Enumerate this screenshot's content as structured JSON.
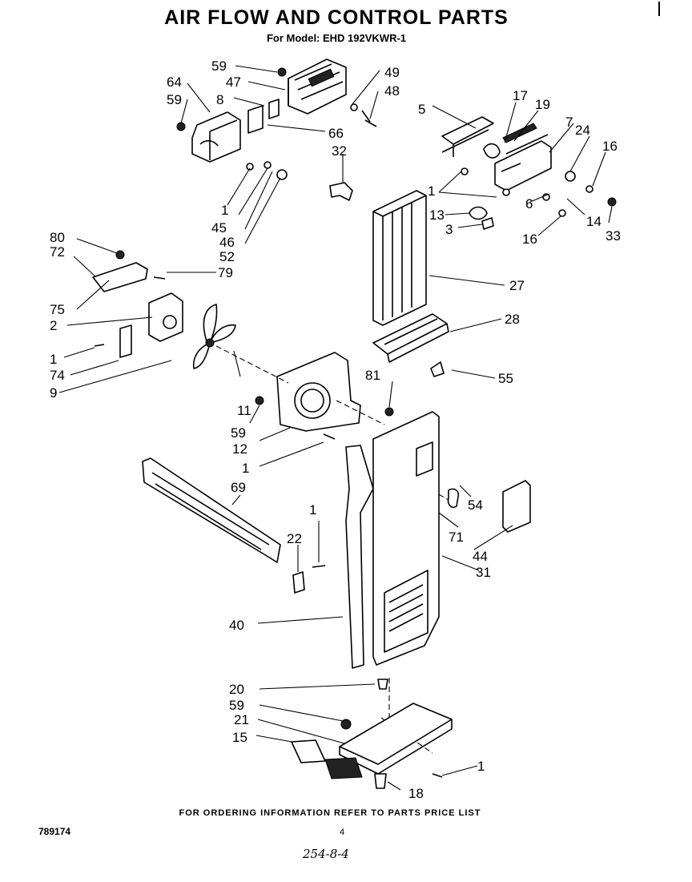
{
  "title": "AIR FLOW AND CONTROL PARTS",
  "subtitle": "For Model: EHD 192VKWR-1",
  "footer_note": "FOR ORDERING INFORMATION REFER TO PARTS PRICE LIST",
  "doc_number": "789174",
  "page_number": "4",
  "handwritten_code": "254-8-4",
  "callouts": {
    "c59a": "59",
    "c47": "47",
    "c49": "49",
    "c48": "48",
    "c64": "64",
    "c59b": "59",
    "c8": "8",
    "c66": "66",
    "c32": "32",
    "c1a": "1",
    "c45": "45",
    "c46": "46",
    "c52": "52",
    "c5": "5",
    "c17": "17",
    "c19": "19",
    "c7": "7",
    "c24": "24",
    "c16a": "16",
    "c1b": "1",
    "c13": "13",
    "c3": "3",
    "c6": "6",
    "c14": "14",
    "c33": "33",
    "c16b": "16",
    "c80": "80",
    "c72": "72",
    "c79": "79",
    "c27": "27",
    "c75": "75",
    "c2": "2",
    "c28": "28",
    "c1c": "1",
    "c74": "74",
    "c9": "9",
    "c55": "55",
    "c11": "11",
    "c81": "81",
    "c59c": "59",
    "c12": "12",
    "c1d": "1",
    "c54": "54",
    "c69": "69",
    "c71": "71",
    "c1e": "1",
    "c22": "22",
    "c44": "44",
    "c31": "31",
    "c40": "40",
    "c20": "20",
    "c59d": "59",
    "c21": "21",
    "c15": "15",
    "c1f": "1",
    "c18": "18"
  }
}
